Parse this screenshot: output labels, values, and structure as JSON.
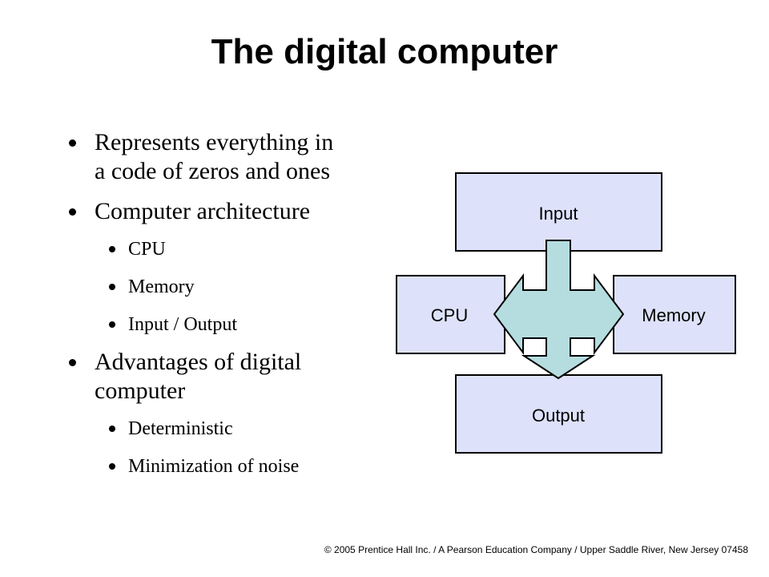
{
  "title": "The digital computer",
  "bullets": [
    {
      "level": 1,
      "lines": [
        "Represents everything in",
        "a code of zeros and ones"
      ]
    },
    {
      "level": 1,
      "lines": [
        "Computer architecture"
      ]
    },
    {
      "level": 2,
      "lines": [
        "CPU"
      ]
    },
    {
      "level": 2,
      "lines": [
        "Memory"
      ]
    },
    {
      "level": 2,
      "lines": [
        "Input / Output"
      ]
    },
    {
      "level": 1,
      "lines": [
        "Advantages of digital",
        "computer"
      ]
    },
    {
      "level": 2,
      "lines": [
        "Deterministic"
      ]
    },
    {
      "level": 2,
      "lines": [
        "Minimization of noise"
      ]
    }
  ],
  "diagram": {
    "boxes": {
      "input": "Input",
      "cpu": "CPU",
      "memory": "Memory",
      "output": "Output"
    },
    "colors": {
      "box_fill": "#dde2fa",
      "arrow_fill": "#b5dde0",
      "stroke": "#000000"
    }
  },
  "footer": "© 2005 Prentice Hall Inc. / A Pearson Education Company / Upper Saddle River, New Jersey 07458"
}
